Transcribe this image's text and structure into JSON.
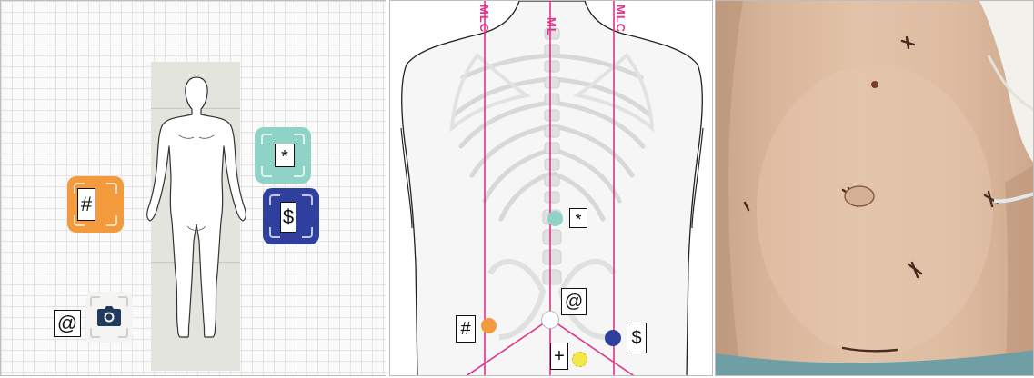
{
  "panels": {
    "left": {
      "symbols": {
        "hash": "#",
        "asterisk": "*",
        "dollar": "$",
        "at": "@"
      },
      "icons": [
        "camera-icon"
      ],
      "colors": {
        "orange_tile": "#f39a3c",
        "teal_tile": "#8fd3c6",
        "navy_tile": "#2f3f9e",
        "camera_tile": "#1f3a5c"
      }
    },
    "middle": {
      "line_labels": {
        "left": "MLC",
        "center": "ML",
        "right": "MLC"
      },
      "symbols": {
        "asterisk": "*",
        "at": "@",
        "hash": "#",
        "dollar": "$",
        "plus": "+"
      },
      "colors": {
        "line": "#e0338b",
        "teal_marker": "#8fd3c6",
        "white_marker": "#ffffff",
        "orange_marker": "#f39a3c",
        "navy_marker": "#2f3f9e",
        "yellow_marker": "#f3e84a"
      }
    },
    "right": {
      "description_icon": "abdomen-photo"
    }
  }
}
